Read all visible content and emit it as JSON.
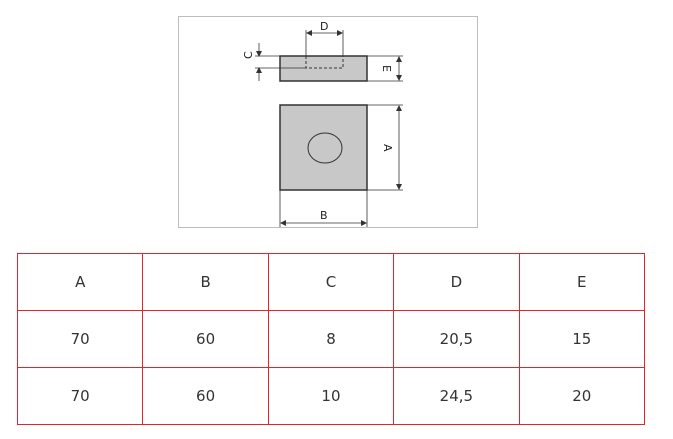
{
  "drawing": {
    "labels": {
      "A": "A",
      "B": "B",
      "C": "C",
      "D": "D",
      "E": "E"
    },
    "colors": {
      "fill": "#c8c8c8",
      "stroke": "#333333",
      "border": "#bdbdbd"
    }
  },
  "table": {
    "headers": [
      "A",
      "B",
      "C",
      "D",
      "E"
    ],
    "rows": [
      [
        "70",
        "60",
        "8",
        "20,5",
        "15"
      ],
      [
        "70",
        "60",
        "10",
        "24,5",
        "20"
      ]
    ],
    "border_color": "#e2242c"
  }
}
